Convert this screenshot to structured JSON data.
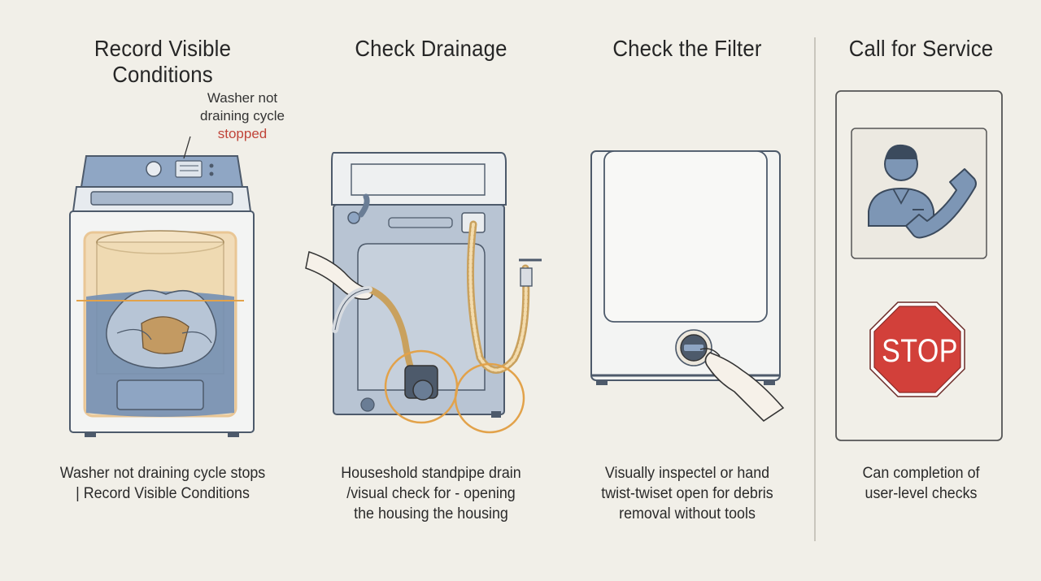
{
  "steps": [
    {
      "title": "Record Visible Conditions",
      "callout": [
        "Washer not",
        "draining cycle",
        "stopped"
      ],
      "caption": [
        "Washer not draining cycle stops",
        "| Record Visible Conditions"
      ]
    },
    {
      "title": "Check Drainage",
      "caption": [
        "Houseshold standpipe drain",
        "/visual check for - opening",
        "the housing the housing"
      ]
    },
    {
      "title": "Check the Filter",
      "caption": [
        "Visually inspectel or hand",
        "twist-twiset open for debris",
        "removal without tools"
      ]
    },
    {
      "title": "Call for Service",
      "stop_sign": "STOP",
      "caption": [
        "Can completion of",
        "user-level checks"
      ]
    }
  ],
  "colors": {
    "background": "#f1efe8",
    "washer_blue": "#7d96b5",
    "water_blue": "#6f8db4",
    "highlight_orange": "#e2a24a",
    "stop_red": "#d2403a",
    "alert_red": "#c0453a"
  },
  "icons": [
    "washer-top-load-icon",
    "washer-back-icon",
    "washer-front-filter-icon",
    "service-person-phone-icon",
    "stop-sign-icon"
  ]
}
